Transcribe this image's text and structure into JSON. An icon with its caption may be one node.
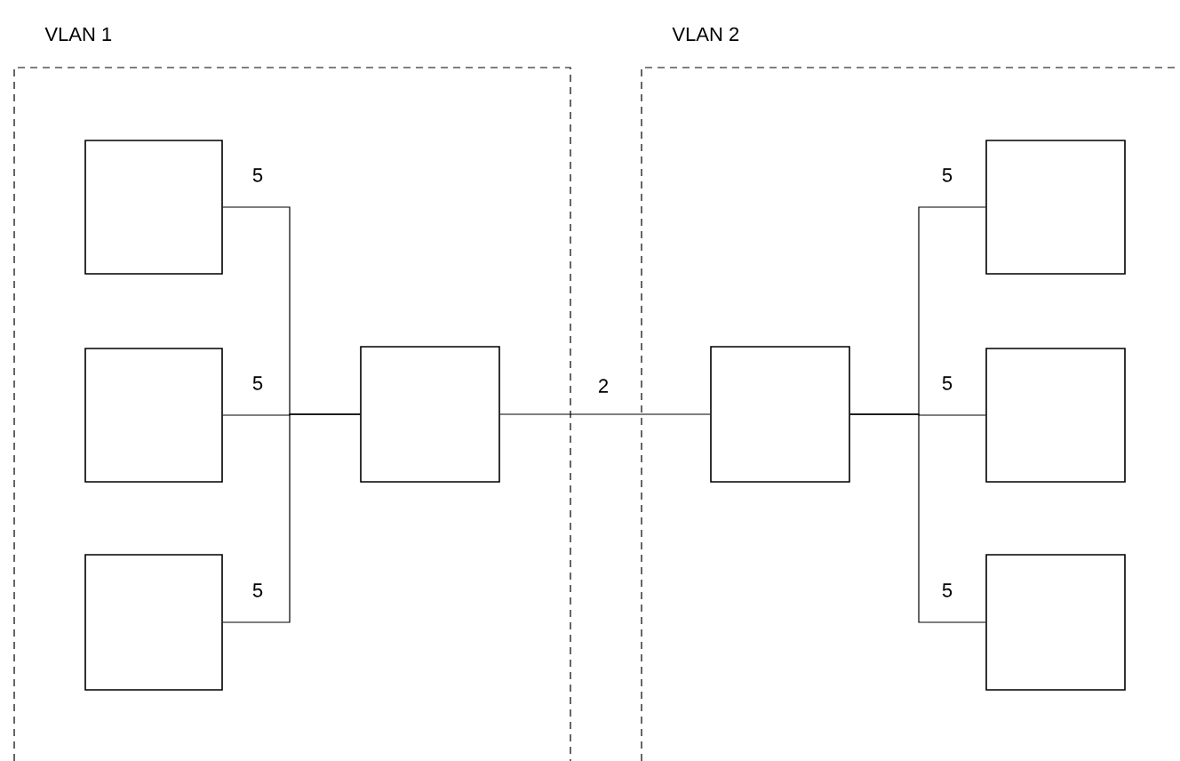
{
  "diagram": {
    "nodes": [
      {
        "text": [
          "VLAN 1"
        ]
      },
      {
        "text": [
          "VLAN 2"
        ]
      },
      {
        "text": [],
        "shape": "box",
        "in": 0
      },
      {
        "text": [],
        "shape": "box",
        "in": 0
      },
      {
        "text": [],
        "shape": "box",
        "in": 0
      },
      {
        "text": [],
        "shape": "box",
        "in": 0
      },
      {
        "text": [],
        "shape": "box",
        "in": 1
      },
      {
        "text": [],
        "shape": "box",
        "in": 1
      },
      {
        "text": [],
        "shape": "box",
        "in": 1
      },
      {
        "text": [],
        "shape": "box",
        "in": 1
      }
    ],
    "edges": [
      {
        "from": 2,
        "to": 5,
        "arrow": "none",
        "label": "5"
      },
      {
        "from": 3,
        "to": 5,
        "arrow": "none",
        "label": "5"
      },
      {
        "from": 4,
        "to": 5,
        "arrow": "none",
        "label": "5"
      },
      {
        "from": 5,
        "to": 6,
        "arrow": "none",
        "label": "2"
      },
      {
        "from": 7,
        "to": 6,
        "arrow": "none",
        "label": "5"
      },
      {
        "from": 8,
        "to": 6,
        "arrow": "none",
        "label": "5"
      },
      {
        "from": 9,
        "to": 6,
        "arrow": "none",
        "label": "5"
      }
    ]
  }
}
